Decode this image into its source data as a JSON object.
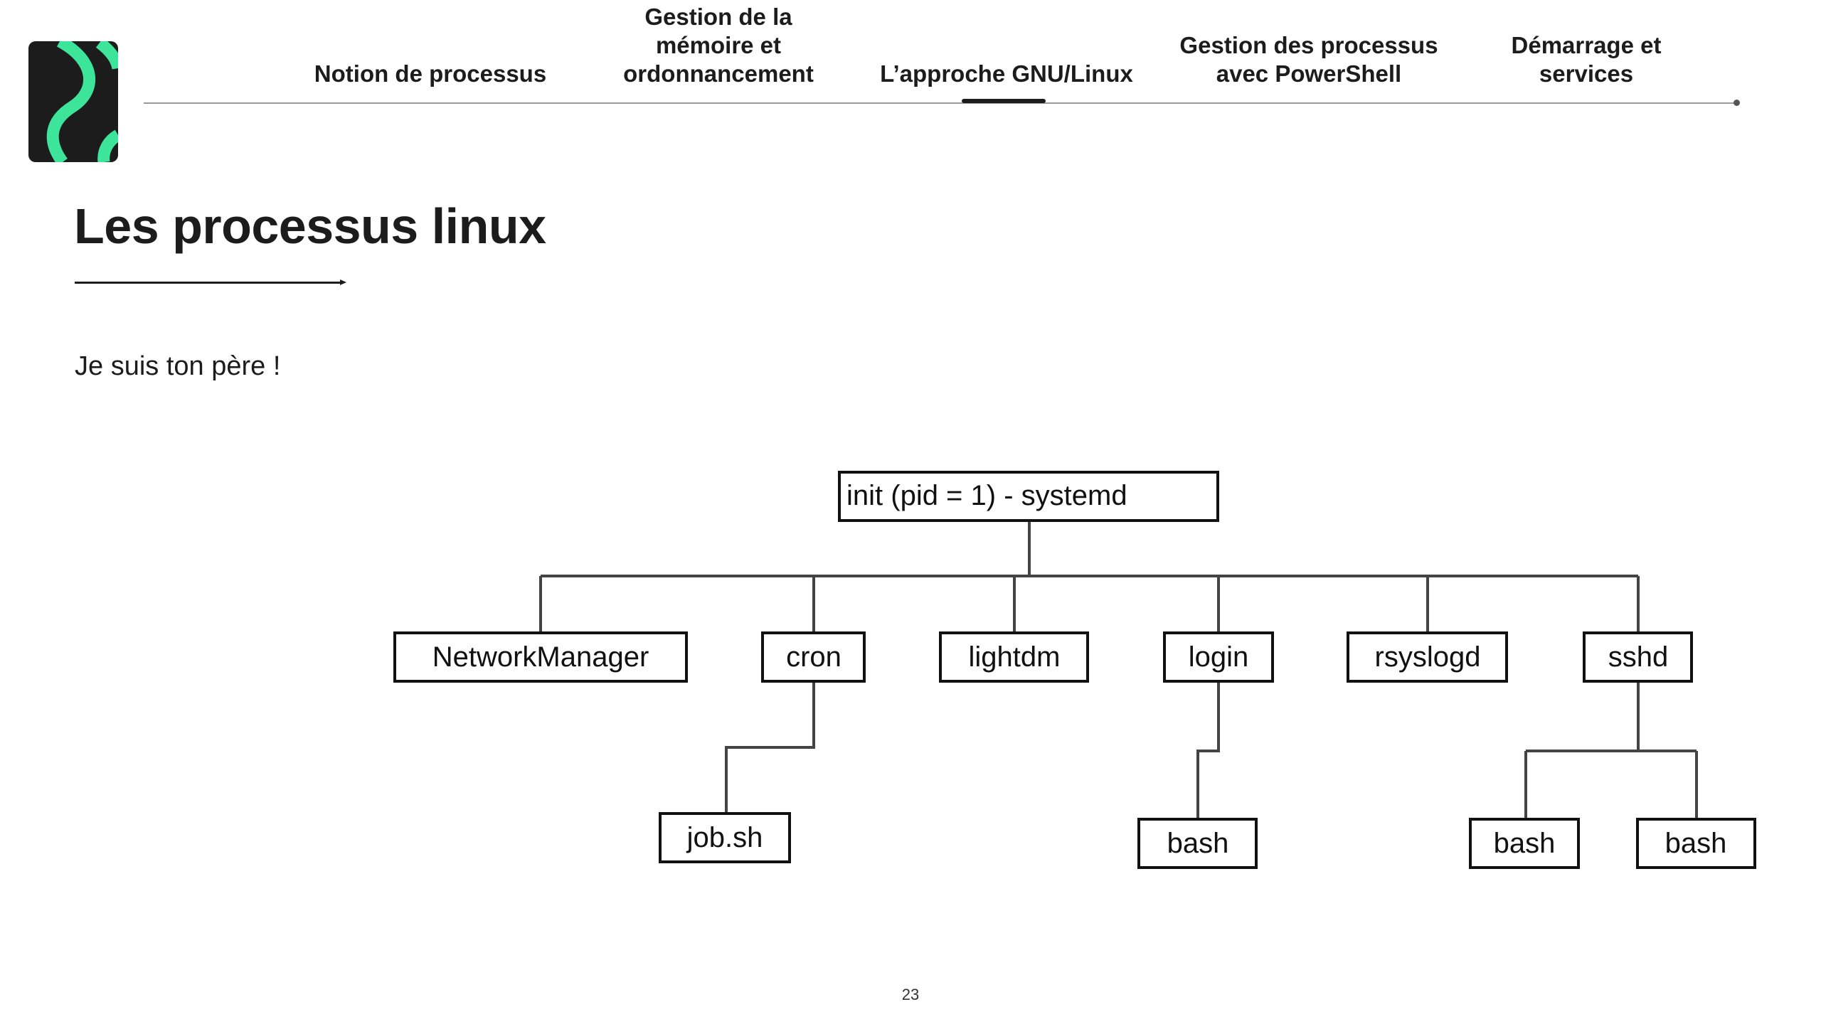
{
  "nav": {
    "items": [
      {
        "label": "Notion de processus"
      },
      {
        "label": "Gestion de la\nmémoire et\nordonnancement"
      },
      {
        "label": "L’approche GNU/Linux"
      },
      {
        "label": "Gestion des processus\navec PowerShell"
      },
      {
        "label": "Démarrage et\nservices"
      }
    ],
    "active_index": 2
  },
  "slide": {
    "title": "Les processus linux",
    "subtitle": "Je suis ton père !",
    "page_number": "23"
  },
  "tree": {
    "root": "init (pid = 1) - systemd",
    "children": [
      {
        "label": "NetworkManager"
      },
      {
        "label": "cron",
        "children": [
          {
            "label": "job.sh"
          }
        ]
      },
      {
        "label": "lightdm"
      },
      {
        "label": "login",
        "children": [
          {
            "label": "bash"
          }
        ]
      },
      {
        "label": "rsyslogd"
      },
      {
        "label": "sshd",
        "children": [
          {
            "label": "bash"
          },
          {
            "label": "bash"
          }
        ]
      }
    ]
  },
  "colors": {
    "accent": "#3de59a",
    "logo_bg": "#1c1c1c",
    "text": "#1c1c1c"
  }
}
